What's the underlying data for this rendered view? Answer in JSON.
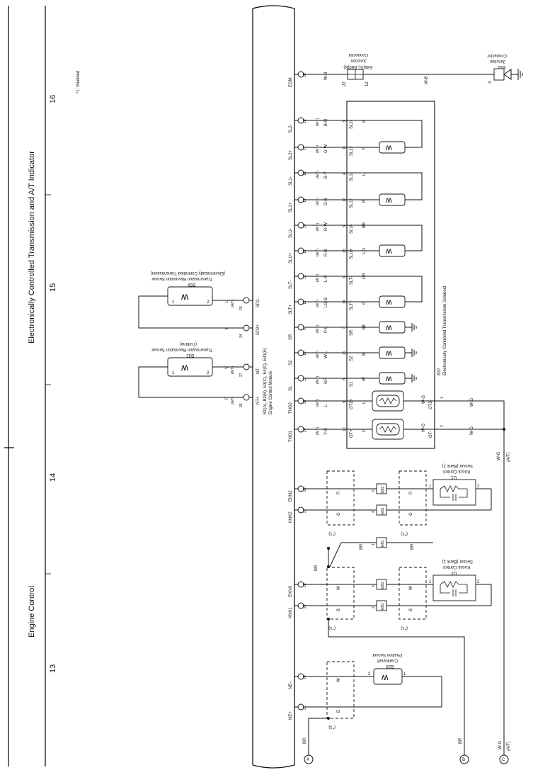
{
  "header": {
    "left_title": "Engine Control",
    "right_title": "Electronically Controlled Transmission and A/T Indicator",
    "section_numbers": [
      "13",
      "14",
      "15",
      "16"
    ],
    "shield_note": "*1: Shielded"
  },
  "ecm": {
    "label_line1": "B1(A), B2(B), E3(C), E4(D), E41(E)",
    "label_line2": "Engine Control Module",
    "terminals": [
      {
        "name": "EGM",
        "pin": "35",
        "wire": "W-B"
      },
      {
        "name": "SL2-",
        "pin": "18",
        "wire": "B-R",
        "at": "(A/T)"
      },
      {
        "name": "SL2+",
        "pin": "17",
        "wire": "G-W",
        "at": "(A/T)"
      },
      {
        "name": "SL1-",
        "pin": "18",
        "wire": "B-Y",
        "at": "(A/T)"
      },
      {
        "name": "SL1+",
        "pin": "19",
        "wire": "G-B",
        "at": "(A/T)"
      },
      {
        "name": "SLU-",
        "pin": "14",
        "wire": "R-W",
        "at": "(A/T)"
      },
      {
        "name": "SLU+",
        "pin": "15",
        "wire": "R-B",
        "at": "(A/T)"
      },
      {
        "name": "SLT-",
        "pin": "12",
        "wire": "L-R",
        "at": "(A/T)"
      },
      {
        "name": "SLT+",
        "pin": "13",
        "wire": "LG-B",
        "at": "(A/T)"
      },
      {
        "name": "SR",
        "pin": "9",
        "wire": "P-L",
        "at": "(A/T)"
      },
      {
        "name": "S2",
        "pin": "10",
        "wire": "W-L",
        "at": "(A/T)"
      },
      {
        "name": "S1",
        "pin": "11",
        "wire": "GR",
        "at": "(A/T)"
      },
      {
        "name": "THO2",
        "pin": "30",
        "wire": "L",
        "at": "(A/T)"
      },
      {
        "name": "THO1",
        "pin": "24",
        "wire": "Y-G",
        "at": "(A/T)"
      },
      {
        "name": "EKN2",
        "pin": "20"
      },
      {
        "name": "KNK2",
        "pin": "21"
      },
      {
        "name": "EKNK",
        "pin": "28"
      },
      {
        "name": "KNK1",
        "pin": "29"
      },
      {
        "name": "NE-",
        "pin": "20"
      },
      {
        "name": "NE+",
        "pin": "21"
      }
    ],
    "upper_terminals": [
      {
        "name": "SP2-",
        "pin": "25",
        "wire": "L",
        "at": "(A/T)"
      },
      {
        "name": "SP2+",
        "pin": "34",
        "wire": "Y"
      },
      {
        "name": "NT-",
        "pin": "27",
        "wire": "V",
        "at": "(A/T)"
      },
      {
        "name": "NT+",
        "pin": "35",
        "wire": "P",
        "at": "(A/T)"
      }
    ]
  },
  "junction_connector": {
    "line1": "E89(A), E60(B)",
    "line2": "Junction",
    "line3": "Connector",
    "pins": [
      "22",
      "12"
    ]
  },
  "junction_e52": {
    "code": "E52",
    "line2": "Junction",
    "line3": "Connector",
    "pin": "3",
    "wire": "W-B"
  },
  "solenoid": {
    "code": "B37",
    "name": "Electronically Controlled Transmission Solenoid",
    "pins": [
      {
        "pin": "3",
        "label": "SL2-",
        "wire": "V"
      },
      {
        "pin": "11",
        "label": "SL2+",
        "wire": "Y"
      },
      {
        "pin": "4",
        "label": "SL1-",
        "wire": "L"
      },
      {
        "pin": "12",
        "label": "SL1+",
        "wire": "R"
      },
      {
        "pin": "5",
        "label": "SLU-",
        "wire": "BR"
      },
      {
        "pin": "13",
        "label": "SLU+",
        "wire": "LG"
      },
      {
        "pin": "6",
        "label": "SLT-",
        "wire": "GR"
      },
      {
        "pin": "14",
        "label": "SLT+",
        "wire": "G"
      },
      {
        "pin": "7",
        "label": "SR",
        "wire": "SB"
      },
      {
        "pin": "15",
        "label": "S2",
        "wire": "B"
      },
      {
        "pin": "8",
        "label": "S1",
        "wire": "W"
      },
      {
        "pin": "9",
        "label": "OT2+",
        "wire": "L",
        "out_label": "OT2-",
        "out_pin": "1",
        "out_wire": "W-G"
      },
      {
        "pin": "10",
        "label": "OT+",
        "wire": "O",
        "out_label": "OT-",
        "out_pin": "2",
        "out_wire": "W-G"
      }
    ]
  },
  "sensors": {
    "b58": {
      "code": "B58",
      "line1": "Transmission Revolution Sensor",
      "line2": "(Electronically Controlled Transmission)",
      "pins": [
        "1",
        "2"
      ]
    },
    "b32": {
      "code": "B32",
      "line1": "Transmission Revolution Sensor",
      "line2": "(Turbine)",
      "pins": [
        "1",
        "2"
      ]
    },
    "u1": {
      "code": "U1",
      "line1": "Knock Control",
      "line2": "Sensor (Bank 2)",
      "pins": [
        "1",
        "2"
      ]
    },
    "u2": {
      "code": "U2",
      "line1": "Knock Control",
      "line2": "Sensor (Bank 1)",
      "pins": [
        "1",
        "2"
      ]
    },
    "b29": {
      "code": "B29",
      "line1": "Crankshaft",
      "line2": "Position Sensor",
      "pins": [
        "1",
        "2"
      ]
    }
  },
  "splices": [
    {
      "code": "EB1",
      "pin": "6"
    },
    {
      "code": "EB1",
      "pin": "4"
    },
    {
      "code": "EB1",
      "pin": "1"
    },
    {
      "code": "EB1",
      "pin": "5"
    },
    {
      "code": "EB1",
      "pin": "2"
    }
  ],
  "knock_wires": {
    "r": "R",
    "g": "G",
    "w": "W",
    "b": "B",
    "br": "BR",
    "shield": "(*1)"
  },
  "crank_wires": {
    "w": "W",
    "b": "B",
    "shield": "(*1)"
  },
  "bottom": {
    "connectors": [
      {
        "letter": "A",
        "wire": "BR"
      },
      {
        "letter": "B",
        "wire": "BR"
      },
      {
        "letter": "C",
        "wire": "W-G",
        "at": "(A/T)"
      }
    ],
    "wg_label": "W-G",
    "wg_at": "(A/T)"
  }
}
